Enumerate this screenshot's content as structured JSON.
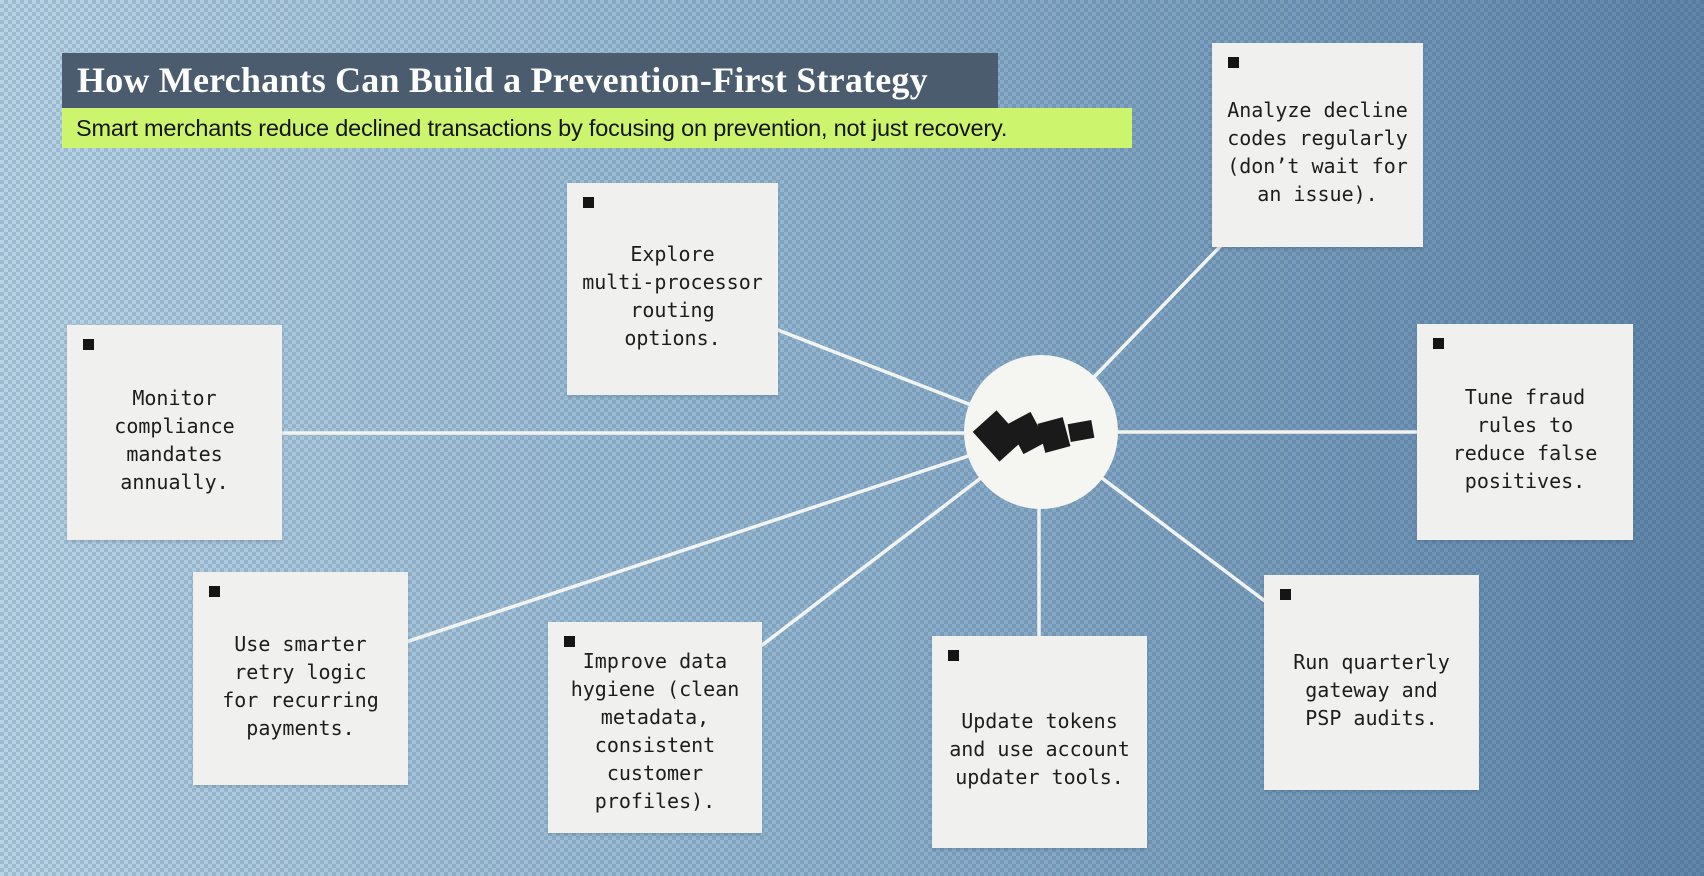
{
  "header": {
    "title": "How Merchants Can Build a Prevention-First Strategy",
    "subtitle": "Smart merchants reduce declined transactions by focusing on prevention, not just recovery."
  },
  "colors": {
    "title_bg": "#4a5c6e",
    "subtitle_bg": "#ccf46d",
    "background_left": "#b7d3e6",
    "background_right": "#5f85aa",
    "card_bg": "#f0f0ee",
    "connector": "#f3f3f0",
    "text": "#1d1d1b"
  },
  "hub": {
    "icon": "falling-cards-icon"
  },
  "cards": [
    {
      "id": "analyze",
      "text": "Analyze decline\ncodes regularly\n(don’t wait for\nan issue)."
    },
    {
      "id": "explore",
      "text": "Explore\nmulti-processor\nrouting options."
    },
    {
      "id": "monitor",
      "text": "Monitor\ncompliance\nmandates\nannually."
    },
    {
      "id": "tune",
      "text": "Tune fraud\nrules to\nreduce false\npositives."
    },
    {
      "id": "retry",
      "text": "Use smarter\nretry logic\nfor recurring\npayments."
    },
    {
      "id": "hygiene",
      "text": "Improve data\nhygiene (clean\nmetadata,\nconsistent\ncustomer\nprofiles)."
    },
    {
      "id": "tokens",
      "text": "Update tokens\nand use account\nupdater tools."
    },
    {
      "id": "audits",
      "text": "Run quarterly\ngateway and\nPSP audits."
    }
  ]
}
